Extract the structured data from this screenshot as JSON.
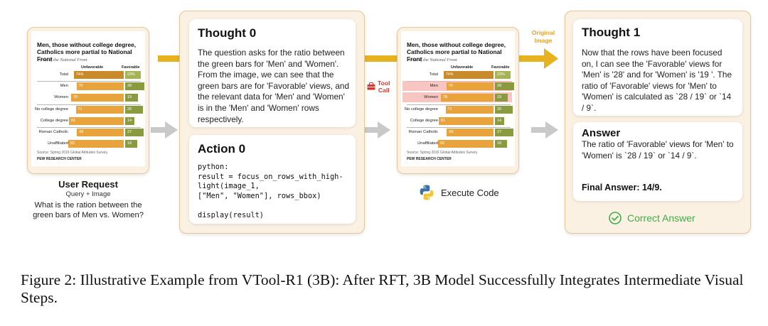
{
  "user_request": {
    "title": "User Request",
    "subtitle": "Query + Image",
    "question": "What is the ration between the green bars of Men vs. Women?"
  },
  "chart_image": {
    "title": "Men, those without college degree, Catholics more partial to National Front",
    "subtitle": "Views of the National Front",
    "columns": [
      "Unfavorable",
      "Favorable"
    ],
    "rows": [
      {
        "label": "Total",
        "unfavorable": "74%",
        "favorable": "23%"
      },
      {
        "label": "Men",
        "unfavorable": "70",
        "favorable": "28"
      },
      {
        "label": "Women",
        "unfavorable": "78",
        "favorable": "19"
      },
      {
        "label": "No college degree",
        "unfavorable": "71",
        "favorable": "26"
      },
      {
        "label": "College degree",
        "unfavorable": "81",
        "favorable": "14"
      },
      {
        "label": "Roman Catholic",
        "unfavorable": "69",
        "favorable": "27"
      },
      {
        "label": "Unaffiliated",
        "unfavorable": "82",
        "favorable": "18"
      }
    ],
    "source": "Source: Spring 2016 Global Attitudes Survey.",
    "brand": "PEW RESEARCH CENTER"
  },
  "thought0": {
    "title": "Thought 0",
    "text": "The question asks for the ratio between the green bars for 'Men' and 'Women'. From the image, we can see that the green bars are for 'Favorable' views, and the relevant data for 'Men' and 'Women' is in the 'Men' and 'Women' rows respectively."
  },
  "action0": {
    "title": "Action 0",
    "code": "python:\nresult = focus_on_rows_with_high-\nlight(image_1,\n[\"Men\", \"Women\"], rows_bbox)\n\ndisplay(result)"
  },
  "tool_call": {
    "label": "Tool\nCall"
  },
  "execute": {
    "label": "Execute Code"
  },
  "original_image": {
    "label": "Original\nImage"
  },
  "thought1": {
    "title": "Thought 1",
    "text": "Now that the rows have been focused on, I can see the 'Favorable' views for 'Men' is '28' and for 'Women' is '19 '. The ratio of 'Favorable' views for 'Men' to 'Women' is calculated as `28 / 19` or `14 / 9`."
  },
  "answer": {
    "title": "Answer",
    "text": "The ratio of 'Favorable' views for 'Men' to 'Women' is `28 / 19` or `14 / 9`.",
    "final": "Final Answer: 14/9.",
    "correct": "Correct Answer"
  },
  "colors": {
    "unfavorable": "#e8a33a",
    "unfavorable_total": "#c98a2a",
    "favorable": "#8a9a3e",
    "favorable_total": "#a8b454",
    "gold_arrow": "#e7b21f",
    "gray_arrow": "#c9c9c9",
    "highlight": "#f4b3ae",
    "correct_green": "#3fae49"
  },
  "caption": "Figure 2: Illustrative Example from VTool-R1 (3B): After RFT, 3B Model Successfully Integrates Intermediate Visual Steps."
}
